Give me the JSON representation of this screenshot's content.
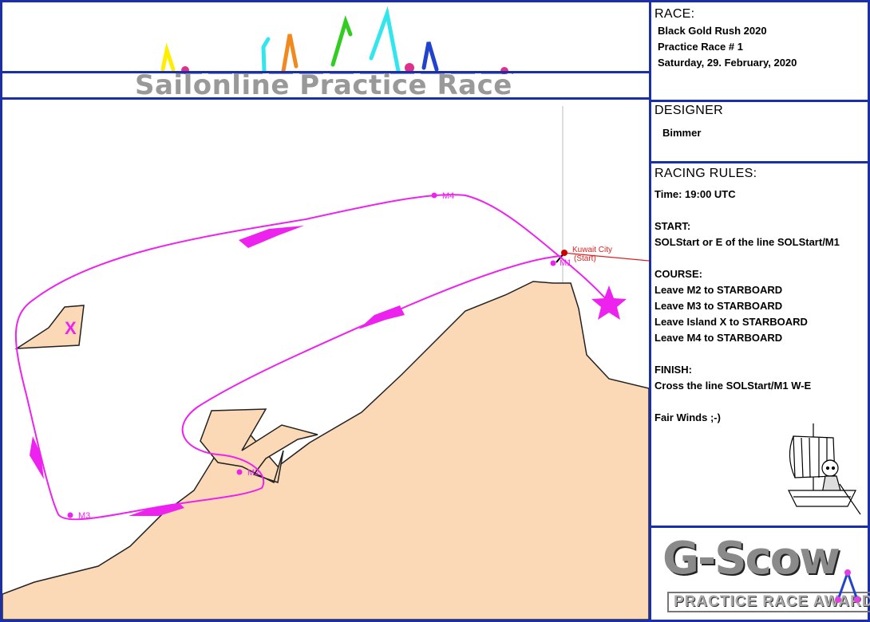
{
  "header": {
    "logo_text": "Sailonline Practice Race",
    "colors": {
      "frame": "#1a2fa8",
      "logo_gray": "#999999"
    }
  },
  "race": {
    "title": "RACE:",
    "name": "Black Gold Rush 2020",
    "subtitle": "Practice Race # 1",
    "date": "Saturday, 29. February, 2020"
  },
  "designer": {
    "title": "DESIGNER",
    "name": "Bimmer"
  },
  "rules": {
    "title": "RACING RULES:",
    "time": "Time:  19:00 UTC",
    "start_title": "START:",
    "start_text": "SOLStart or E of the line SOLStart/M1",
    "course_title": "COURSE:",
    "course_items": [
      "Leave M2 to STARBOARD",
      "Leave M3 to STARBOARD",
      "Leave Island X to STARBOARD",
      "Leave M4 to STARBOARD"
    ],
    "finish_title": "FINISH:",
    "finish_text": "Cross the line SOLStart/M1 W-E",
    "closing": "Fair Winds ;-)"
  },
  "map": {
    "marks": [
      {
        "id": "M1",
        "label": "M1"
      },
      {
        "id": "M2",
        "label": "M2"
      },
      {
        "id": "M3",
        "label": "M3"
      },
      {
        "id": "M4",
        "label": "M4"
      }
    ],
    "start_city": "Kuwait City",
    "start_note": "(Start)",
    "island_label": "X",
    "colors": {
      "route": "#ee22ee",
      "land": "#fcd9b6",
      "start_line": "#e02020"
    }
  },
  "award": {
    "title": "G-Scow",
    "subtitle": "PRACTICE RACE AWARD"
  }
}
